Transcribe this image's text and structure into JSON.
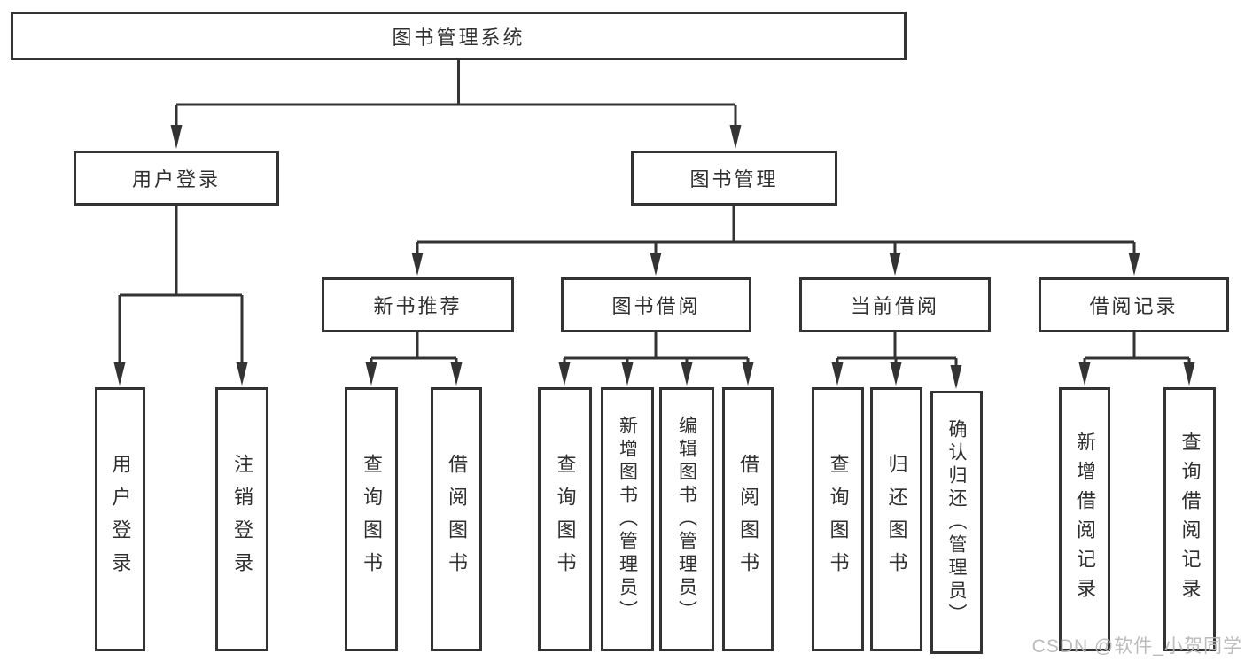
{
  "nodes": {
    "root": "图书管理系统",
    "user_login": "用户登录",
    "book_management": "图书管理",
    "new_book_recommend": "新书推荐",
    "book_borrow": "图书借阅",
    "current_borrow": "当前借阅",
    "borrow_records": "借阅记录",
    "leaves": {
      "g1": [
        "用户登录",
        "注销登录"
      ],
      "g2": [
        "查询图书",
        "借阅图书"
      ],
      "g3": [
        "查询图书",
        "新增图书（管理员）",
        "编辑图书（管理员）",
        "借阅图书"
      ],
      "g4": [
        "查询图书",
        "归还图书",
        "确认归还（管理员）"
      ],
      "g5": [
        "新增借阅记录",
        "查询借阅记录"
      ]
    }
  },
  "watermark": "CSDN @软件_小贺同学",
  "colors": {
    "line": "#333333",
    "box_border": "#333333",
    "text": "#2f2f2f",
    "background": "#ffffff",
    "watermark": "#b8b8b8"
  }
}
